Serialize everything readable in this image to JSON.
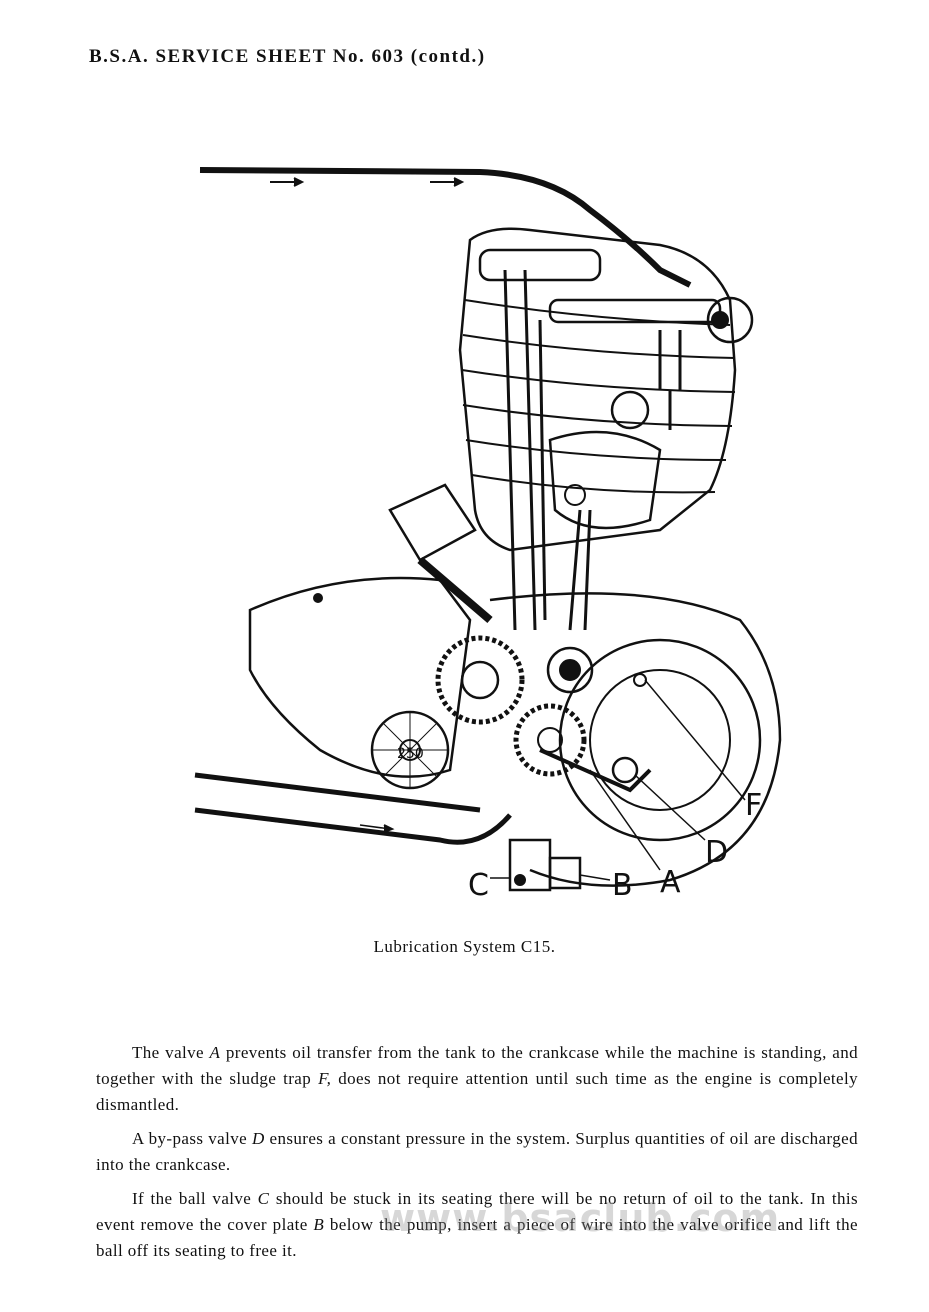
{
  "header": {
    "title": "B.S.A. SERVICE SHEET No. 603 (contd.)"
  },
  "figure": {
    "labels": {
      "a": "A",
      "b": "B",
      "c": "C",
      "d": "D",
      "f": "F"
    },
    "gear_marking": "250",
    "caption": "Lubrication System C15."
  },
  "body": {
    "p1": {
      "t1": "The valve ",
      "e1": "A",
      "t2": " prevents oil transfer from the tank to the crankcase while the machine is standing, and together with the sludge trap ",
      "e2": "F,",
      "t3": " does not require attention until such time as the engine is completely dismantled."
    },
    "p2": {
      "t1": "A by-pass valve ",
      "e1": "D",
      "t2": " ensures a constant pressure in the system.  Surplus quantities of oil are discharged into the crankcase."
    },
    "p3": {
      "t1": "If the ball valve ",
      "e1": "C",
      "t2": " should be stuck in its seating there will be no return of oil to the tank.  In this event remove the cover plate ",
      "e2": "B",
      "t3": " below the pump, insert a piece of wire into the valve orifice and lift the ball off its seating to free it."
    }
  },
  "watermark": "www.bsaclub.com"
}
